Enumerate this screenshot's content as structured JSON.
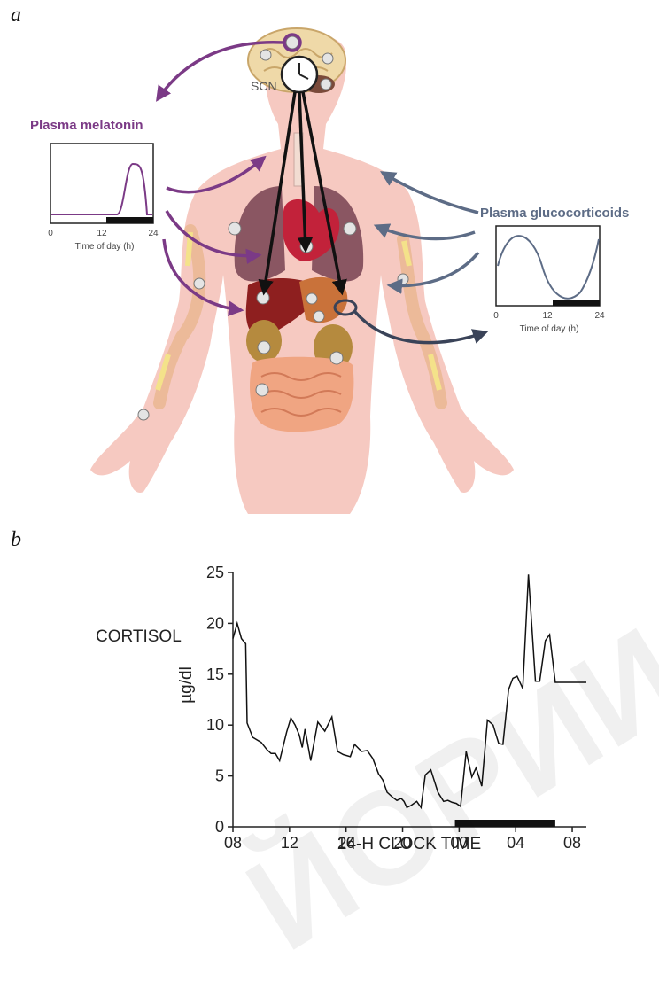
{
  "panel_a": {
    "letter": "a",
    "scn_label": "SCN",
    "melatonin": {
      "title": "Plasma melatonin",
      "tick_labels": [
        "0",
        "12",
        "24"
      ],
      "xlabel": "Time of day (h)"
    },
    "glucocorticoids": {
      "title": "Plasma glucocorticoids",
      "tick_labels": [
        "0",
        "12",
        "24"
      ],
      "xlabel": "Time of day (h)"
    },
    "colors": {
      "melatonin": "#7b3a86",
      "glucocorticoids": "#5d6c86",
      "body": "#f6c9c1",
      "brain": "#efd9a8",
      "liver": "#8e1f1f",
      "lungs": "#8a5662",
      "heart": "#c2223a",
      "kidney": "#b58a3e",
      "intestine": "#f0a582"
    }
  },
  "panel_b": {
    "letter": "b",
    "watermark": "ЙОРИИ Б"
  },
  "chart_data": {
    "type": "line",
    "ylabel_left": "CORTISOL",
    "ylabel": "µg/dl",
    "xlabel": "24-H CLOCK TIME",
    "ylim": [
      0,
      25
    ],
    "yticks": [
      "0",
      "5",
      "10",
      "15",
      "20",
      "25"
    ],
    "xticks": [
      "08",
      "12",
      "16",
      "20",
      "00",
      "04",
      "08"
    ],
    "x_hours_from_08": [
      0,
      0.3,
      0.6,
      0.9,
      1.0,
      1.4,
      2.0,
      2.4,
      2.7,
      3.0,
      3.3,
      3.8,
      4.1,
      4.4,
      4.7,
      4.9,
      5.1,
      5.5,
      6.0,
      6.5,
      7.0,
      7.4,
      7.8,
      8.3,
      8.6,
      9.1,
      9.5,
      9.9,
      10.3,
      10.6,
      10.9,
      11.3,
      11.6,
      11.9,
      12.1,
      12.3,
      12.6,
      13.0,
      13.3,
      13.6,
      14.0,
      14.5,
      14.9,
      15.2,
      15.5,
      15.8,
      16.1,
      16.5,
      16.9,
      17.2,
      17.6,
      18.0,
      18.4,
      18.8,
      19.1,
      19.5,
      19.8,
      20.1,
      20.5,
      20.9,
      21.4,
      21.7,
      22.1,
      22.4,
      22.8,
      23.2,
      23.5,
      23.9,
      24.2,
      24.7,
      25.0
    ],
    "values": [
      18.5,
      20.0,
      18.5,
      18.0,
      10.2,
      8.8,
      8.3,
      7.6,
      7.2,
      7.2,
      6.5,
      9.3,
      10.7,
      10.0,
      9.0,
      7.8,
      9.6,
      6.5,
      10.3,
      9.4,
      10.8,
      7.4,
      7.1,
      6.9,
      8.1,
      7.4,
      7.5,
      6.7,
      5.2,
      4.6,
      3.4,
      2.9,
      2.6,
      2.8,
      2.5,
      1.9,
      2.1,
      2.5,
      1.9,
      5.1,
      5.6,
      3.4,
      2.5,
      2.6,
      2.4,
      2.3,
      2.0,
      7.4,
      4.9,
      5.8,
      4.0,
      10.5,
      10.0,
      8.2,
      8.1,
      13.5,
      14.6,
      14.8,
      13.6,
      24.8,
      14.3,
      14.3,
      18.3,
      18.9,
      14.2,
      14.2,
      14.2,
      14.2,
      14.2,
      14.2,
      14.2
    ],
    "dark_bar_hours_from_08": [
      15.7,
      22.8
    ]
  }
}
